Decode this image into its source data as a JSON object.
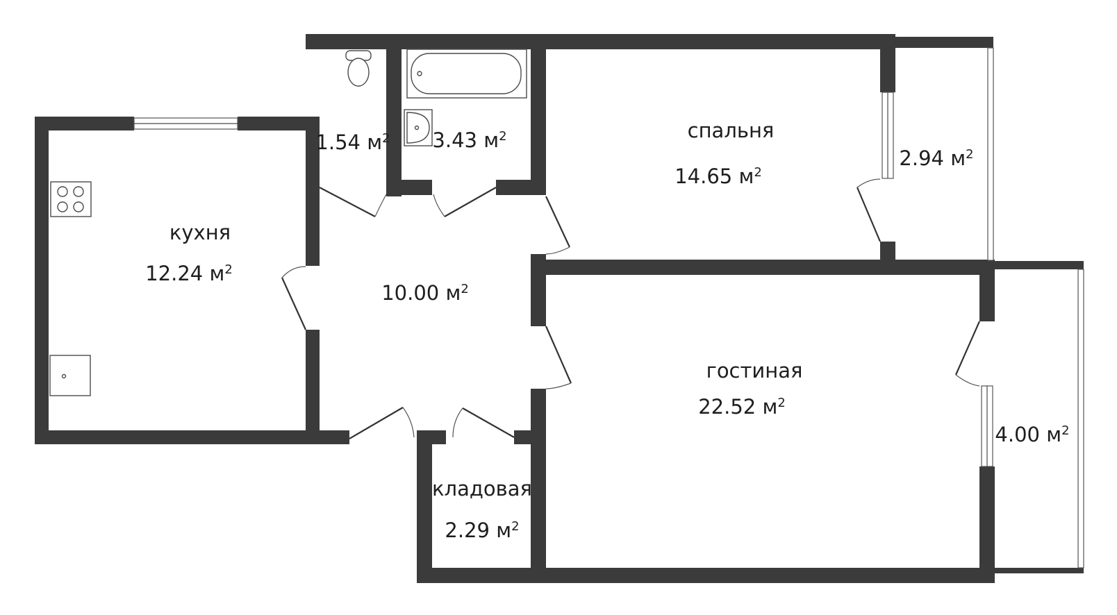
{
  "plan": {
    "unit": "м",
    "unit_sup": "2",
    "rooms": {
      "kitchen": {
        "name": "кухня",
        "area": "12.24"
      },
      "toilet": {
        "name": "",
        "area": "1.54"
      },
      "bathroom": {
        "name": "",
        "area": "3.43"
      },
      "bedroom": {
        "name": "спальня",
        "area": "14.65"
      },
      "balcony1": {
        "name": "",
        "area": "2.94"
      },
      "hallway": {
        "name": "",
        "area": "10.00"
      },
      "living": {
        "name": "гостиная",
        "area": "22.52"
      },
      "balcony2": {
        "name": "",
        "area": "4.00"
      },
      "storage": {
        "name": "кладовая",
        "area": "2.29"
      }
    },
    "colors": {
      "wall": "#3b3b3b",
      "fixture_stroke": "#4a4a4a"
    }
  }
}
